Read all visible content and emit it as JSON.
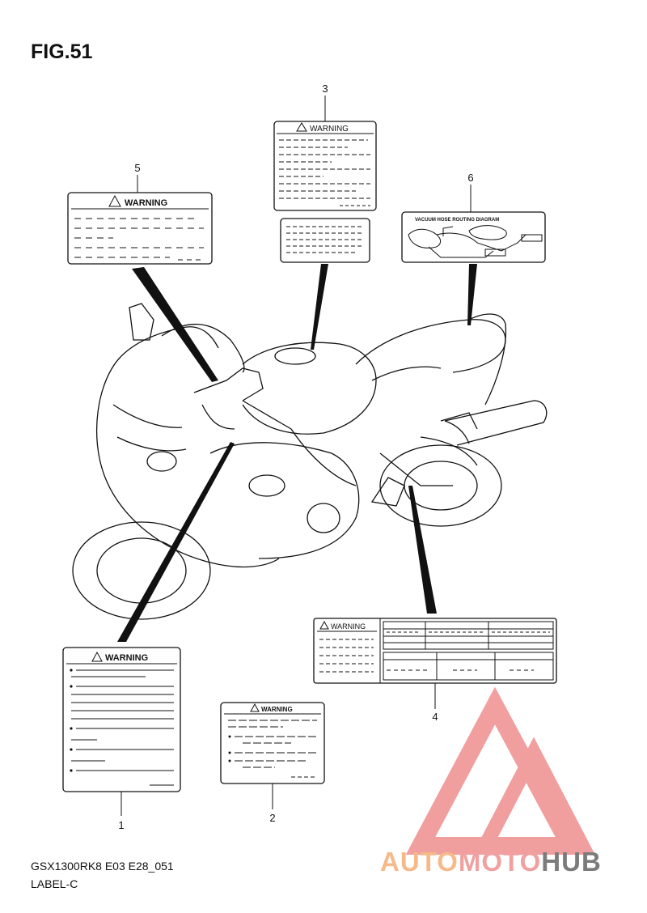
{
  "figure": {
    "title": "FIG.51",
    "model_code": "GSX1300RK8  E03  E28_051",
    "page_name": "LABEL-C"
  },
  "callouts": [
    "1",
    "2",
    "3",
    "4",
    "5",
    "6"
  ],
  "labels": {
    "warning_text": "WARNING",
    "vacuum_title": "VACUUM HOSE ROUTING DIAGRAM"
  },
  "watermark": {
    "part1": "AUTO",
    "part2": "MOTO",
    "part3": "HUB",
    "colors": {
      "light": "#f6b98a",
      "pink": "#f0a0a0",
      "gray": "#7b7b7b",
      "logo": "#ef8e8e"
    }
  },
  "colors": {
    "line": "#111111",
    "background": "#ffffff"
  }
}
